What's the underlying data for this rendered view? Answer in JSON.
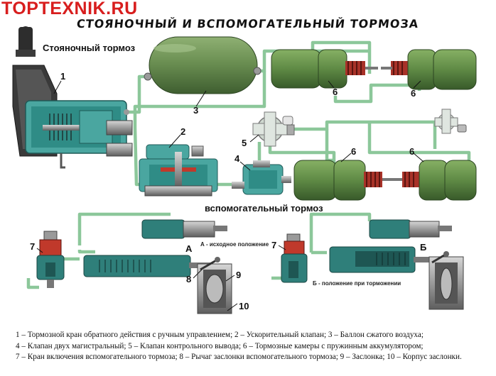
{
  "watermark": "TOPTEXNIK.RU",
  "title": "СТОЯНОЧНЫЙ И ВСПОМОГАТЕЛЬНЫЙ ТОРМОЗА",
  "section_parking": "Стояночный тормоз",
  "section_auxiliary": "вспомогательный тормоз",
  "state_a": "А - исходное положение",
  "state_b": "Б - положение при торможении",
  "letters": {
    "a": "А",
    "b": "Б"
  },
  "callouts": {
    "n1": "1",
    "n2": "2",
    "n3": "3",
    "n4": "4",
    "n5": "5",
    "n6a": "6",
    "n6b": "6",
    "n6c": "6",
    "n6d": "6",
    "n7a": "7",
    "n7b": "7",
    "n8": "8",
    "n9": "9",
    "n10": "10"
  },
  "legend": [
    "1 – Тормозной кран обратного действия с ручным управлением; 2 – Ускорительный клапан; 3 – Баллон сжатого воздуха;",
    "4 – Клапан двух магистральный; 5 – Клапан контрольного вывода; 6 – Тормозные камеры с пружинным аккумулятором;",
    "7 – Кран включения вспомогательного тормоза; 8 – Рычаг заслонки вспомогательного тормоза; 9 – Заслонка; 10 – Корпус заслонки."
  ],
  "colors": {
    "pipe": "#8cc79a",
    "tank": "#6b8f52",
    "chamber": "#5f8a45",
    "bellows": "#a83228",
    "valve_body": "#4aa6a0",
    "metal": "#9a9a9a",
    "dark_metal": "#4a4a4a",
    "watermark": "#d81e1e"
  }
}
